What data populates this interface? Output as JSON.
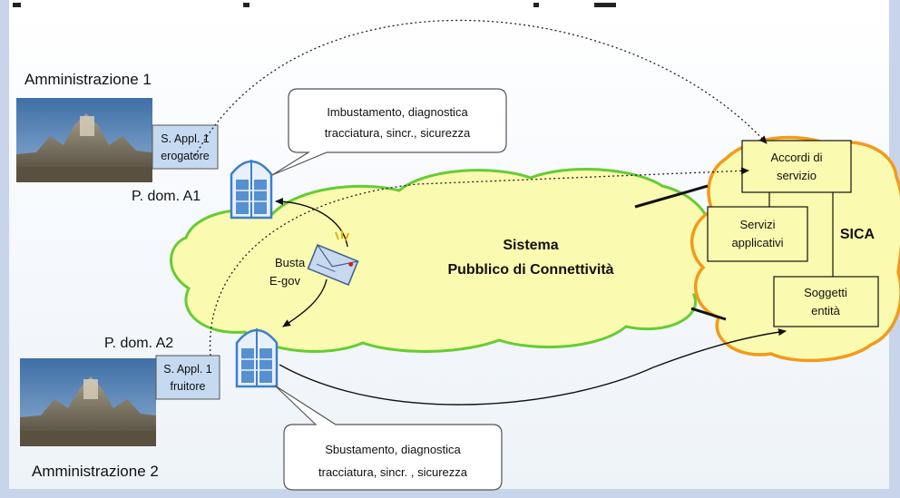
{
  "administrations": {
    "admin1": {
      "label": "Amministrazione 1",
      "app_line1": "S. Appl. 1",
      "app_line2": "erogatore",
      "port_label": "P. dom. A1",
      "image_icon": "building-facade-photo"
    },
    "admin2": {
      "label": "Amministrazione 2",
      "app_line1": "S. Appl. 1",
      "app_line2": "fruitore",
      "port_label": "P. dom. A2",
      "image_icon": "building-facade-photo"
    }
  },
  "callouts": {
    "top": {
      "line1": "Imbustamento, diagnostica",
      "line2": "tracciatura, sincr., sicurezza"
    },
    "bottom": {
      "line1": "Sbustamento, diagnostica",
      "line2": "tracciatura, sincr. , sicurezza"
    }
  },
  "envelope": {
    "line1": "Busta",
    "line2": "E-gov",
    "icon": "envelope-icon"
  },
  "spc_cloud": {
    "line1": "Sistema",
    "line2": "Pubblico di Connettività"
  },
  "sica": {
    "title": "SICA",
    "boxes": {
      "accordi": {
        "line1": "Accordi di",
        "line2": "servizio"
      },
      "servizi": {
        "line1": "Servizi",
        "line2": "applicativi"
      },
      "soggetti": {
        "line1": "Soggetti",
        "line2": "entità"
      }
    }
  },
  "colors": {
    "cloud_fill": "#fafab0",
    "spc_cloud_stroke": "#66cc33",
    "sica_cloud_stroke": "#f29a1a",
    "app_box_fill": "#c5d9f1",
    "door_blue": "#3d7fc8"
  }
}
